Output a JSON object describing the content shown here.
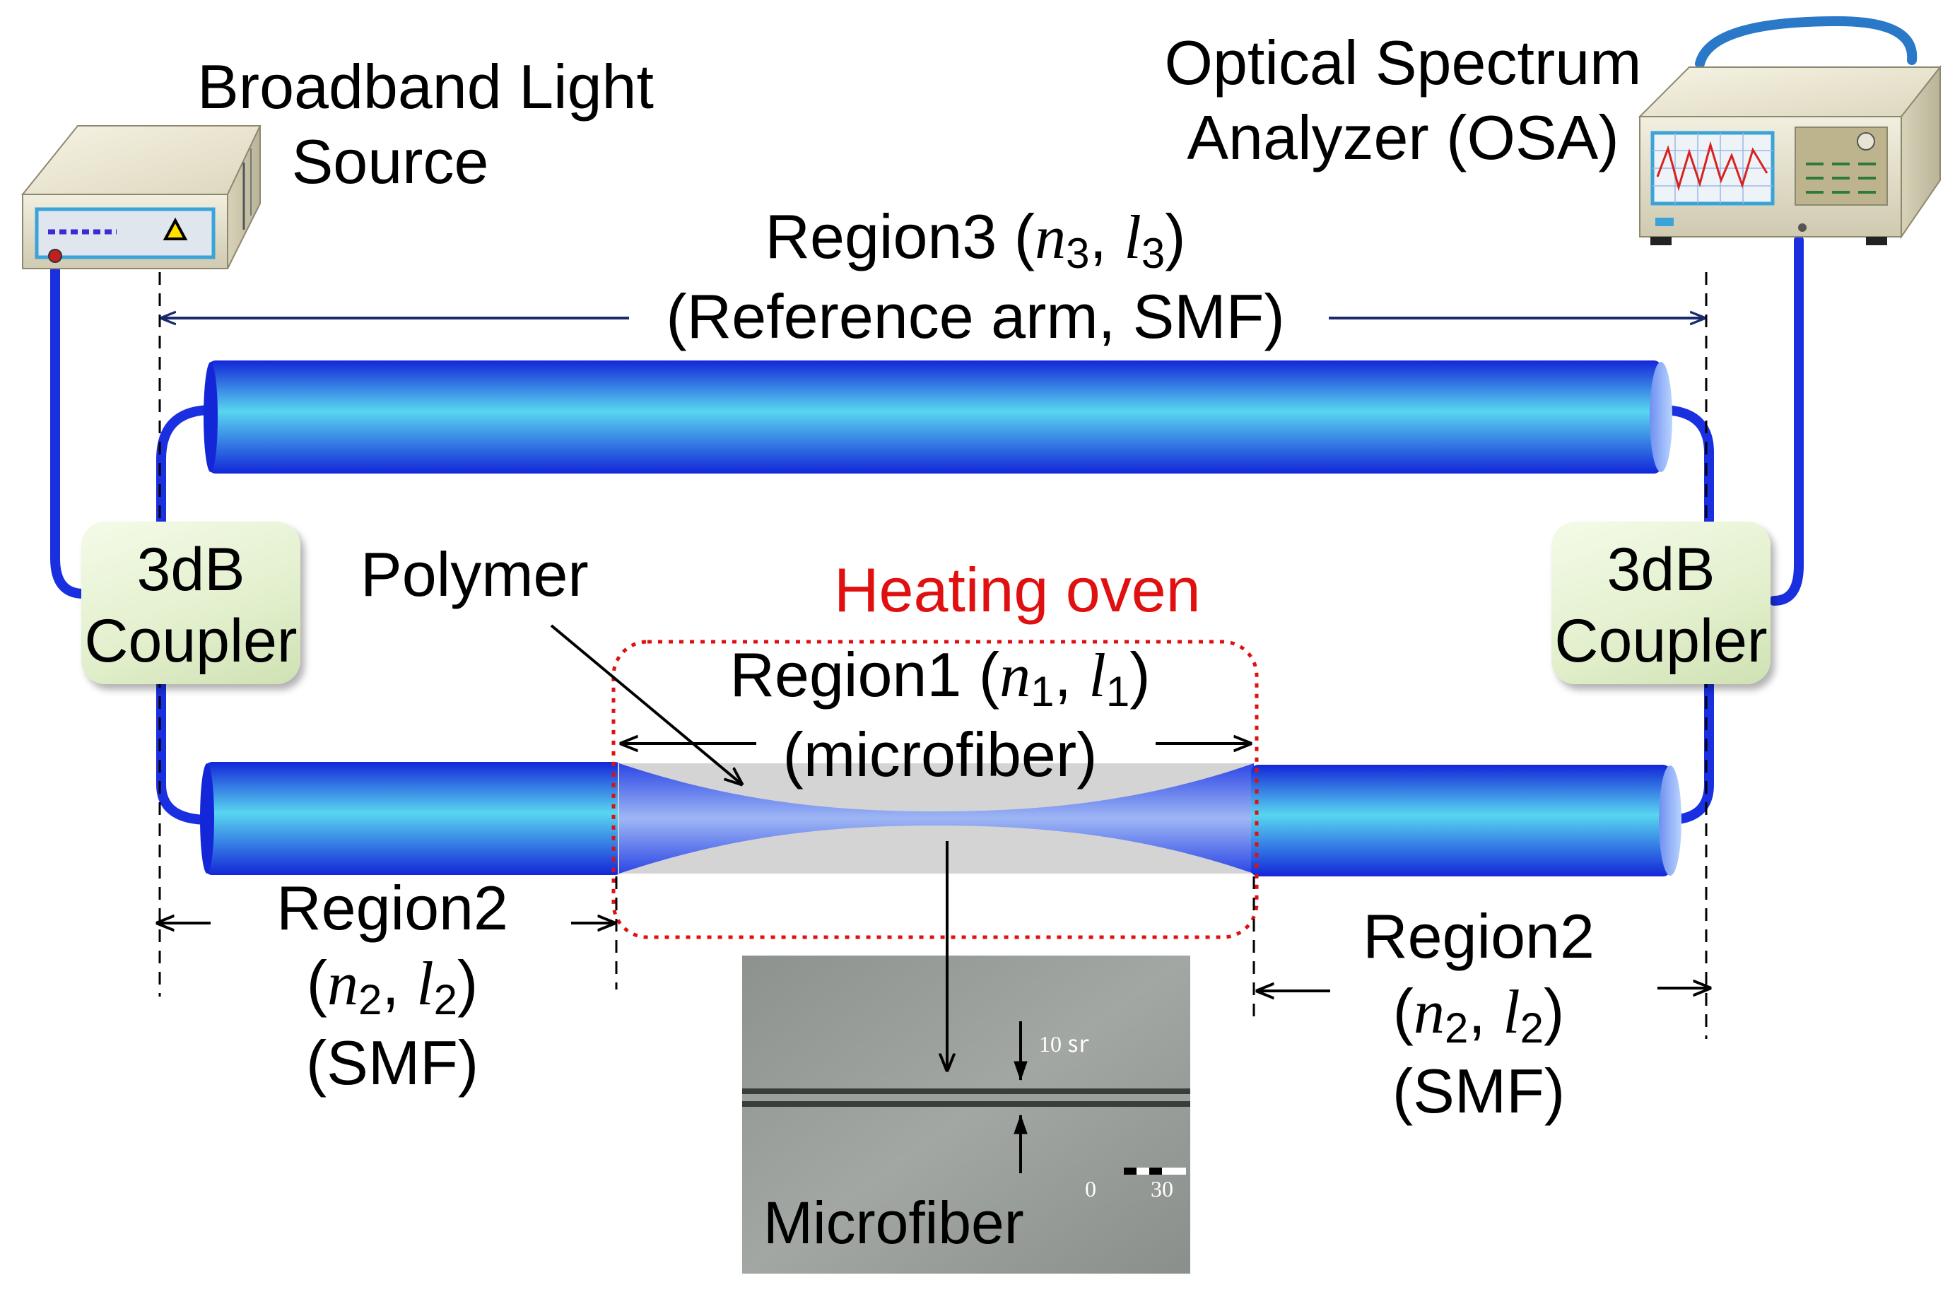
{
  "source": {
    "line1": "Broadband Light",
    "line2": "Source"
  },
  "osa": {
    "line1": "Optical Spectrum",
    "line2": "Analyzer (OSA)"
  },
  "region3": {
    "name": "Region3",
    "n": "n",
    "l": "l",
    "sub": "3",
    "desc": "(Reference arm, SMF)"
  },
  "coupler_left": {
    "line1": "3dB",
    "line2": "Coupler"
  },
  "coupler_right": {
    "line1": "3dB",
    "line2": "Coupler"
  },
  "polymer_label": "Polymer",
  "oven_label": "Heating oven",
  "region1": {
    "name": "Region1",
    "n": "n",
    "l": "l",
    "sub": "1",
    "desc": "(microfiber)"
  },
  "region2_left": {
    "name": "Region2",
    "n": "n",
    "l": "l",
    "sub": "2",
    "desc": "(SMF)"
  },
  "region2_right": {
    "name": "Region2",
    "n": "n",
    "l": "l",
    "sub": "2",
    "desc": "(SMF)"
  },
  "inset": {
    "caption": "Microfiber",
    "scale_text": "10 ㏛",
    "scale_start": "0",
    "scale_end": "30"
  },
  "colors": {
    "fiber": "#1a2fe0",
    "fiber_highlight": "#5ad8f0",
    "oven": "#e01010",
    "coupler": "#e2efcc",
    "dim_line": "#1a2a6c"
  }
}
